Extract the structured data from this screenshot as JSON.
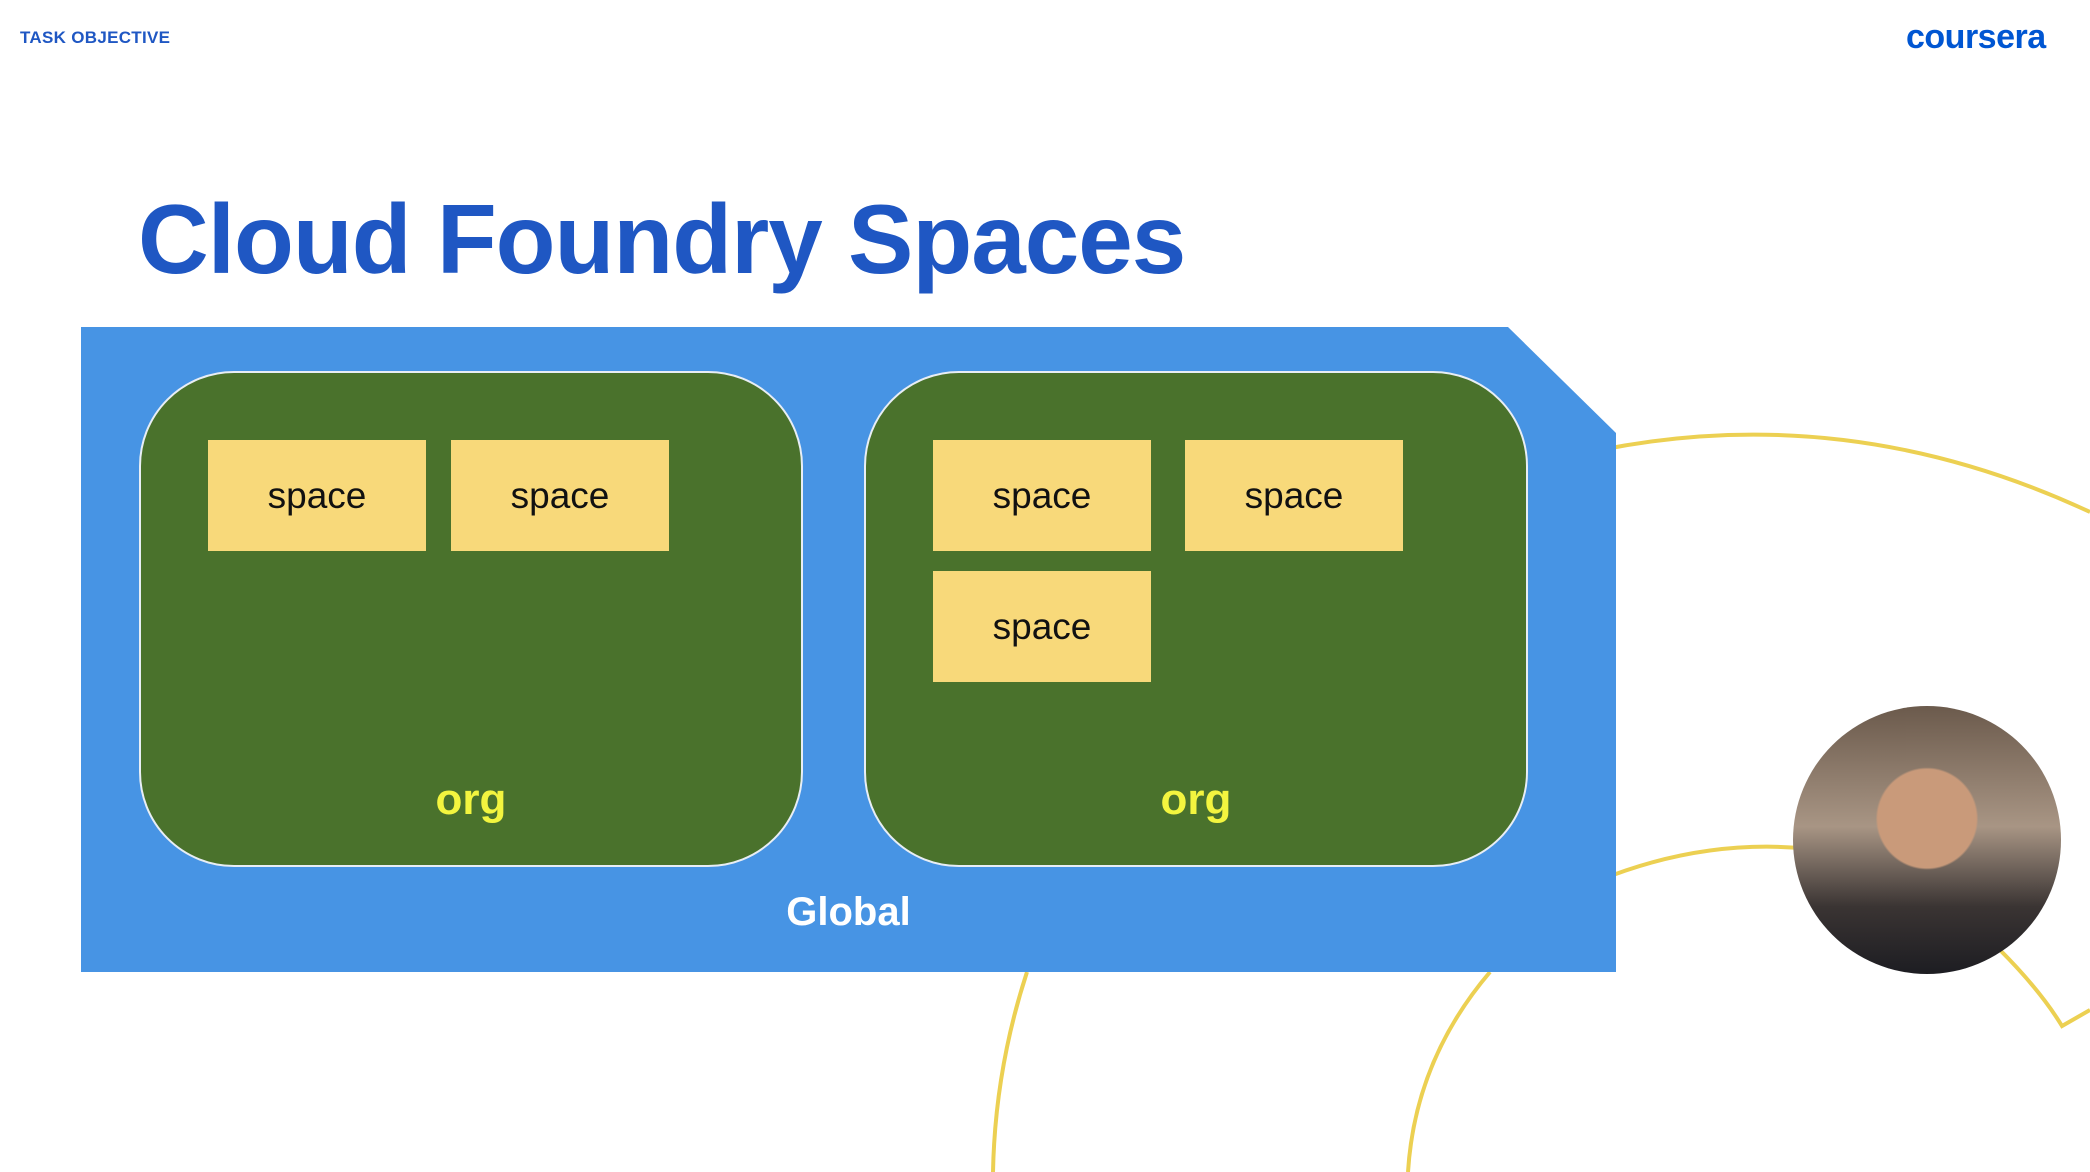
{
  "header": {
    "task_label": "TASK OBJECTIVE",
    "brand": "coursera"
  },
  "slide": {
    "title": "Cloud Foundry Spaces",
    "global_label": "Global",
    "orgs": [
      {
        "label": "org",
        "spaces": [
          "space",
          "space"
        ]
      },
      {
        "label": "org",
        "spaces": [
          "space",
          "space",
          "space"
        ]
      }
    ]
  },
  "colors": {
    "title": "#1f57c3",
    "global": "#4794e4",
    "org": "#4a722c",
    "space": "#f8d97a",
    "org_label": "#f3f53f",
    "arc": "#ecd052"
  }
}
